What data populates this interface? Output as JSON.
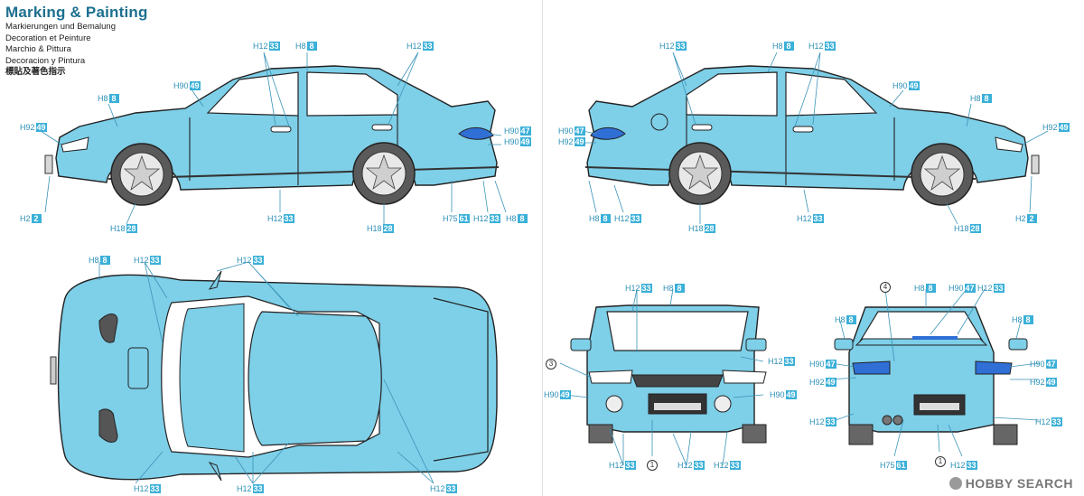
{
  "header": {
    "title": "Marking & Painting",
    "subtitles": [
      "Markierungen und Bemalung",
      "Decoration et Peinture",
      "Marchio & Pittura",
      "Decoracion y Pintura",
      "標貼及著色指示"
    ]
  },
  "colors": {
    "body": "#7ecfe8",
    "body_dark": "#4fb2d6",
    "accent": "#3bb0d8",
    "line": "#2a2a2a",
    "callout": "#2c8fb5"
  },
  "callouts": [
    {
      "id": "c1",
      "prefix": "H",
      "code": "12",
      "num": "33"
    },
    {
      "id": "c2",
      "prefix": "H",
      "code": "8",
      "num": "8"
    },
    {
      "id": "c3",
      "prefix": "H",
      "code": "12",
      "num": "33"
    },
    {
      "id": "c4",
      "prefix": "H",
      "code": "90",
      "num": "49"
    },
    {
      "id": "c5",
      "prefix": "H",
      "code": "8",
      "num": "8"
    },
    {
      "id": "c6",
      "prefix": "H",
      "code": "92",
      "num": "49"
    },
    {
      "id": "c7",
      "prefix": "H",
      "code": "90",
      "num": "47"
    },
    {
      "id": "c8",
      "prefix": "H",
      "code": "90",
      "num": "49"
    },
    {
      "id": "c9",
      "prefix": "H",
      "code": "2",
      "num": "2"
    },
    {
      "id": "c10",
      "prefix": "H",
      "code": "18",
      "num": "28"
    },
    {
      "id": "c11",
      "prefix": "H",
      "code": "12",
      "num": "33"
    },
    {
      "id": "c12",
      "prefix": "H",
      "code": "18",
      "num": "28"
    },
    {
      "id": "c13",
      "prefix": "H",
      "code": "75",
      "num": "61"
    },
    {
      "id": "c14",
      "prefix": "H",
      "code": "12",
      "num": "33"
    },
    {
      "id": "c15",
      "prefix": "H",
      "code": "8",
      "num": "8"
    },
    {
      "id": "c16",
      "prefix": "H",
      "code": "12",
      "num": "33"
    },
    {
      "id": "c17",
      "prefix": "H",
      "code": "8",
      "num": "8"
    },
    {
      "id": "c18",
      "prefix": "H",
      "code": "12",
      "num": "33"
    },
    {
      "id": "c19",
      "prefix": "H",
      "code": "90",
      "num": "49"
    },
    {
      "id": "c20",
      "prefix": "H",
      "code": "8",
      "num": "8"
    },
    {
      "id": "c21",
      "prefix": "H",
      "code": "90",
      "num": "47"
    },
    {
      "id": "c22",
      "prefix": "H",
      "code": "92",
      "num": "49"
    },
    {
      "id": "c23",
      "prefix": "H",
      "code": "92",
      "num": "49"
    },
    {
      "id": "c24",
      "prefix": "H",
      "code": "8",
      "num": "8"
    },
    {
      "id": "c25",
      "prefix": "H",
      "code": "12",
      "num": "33"
    },
    {
      "id": "c26",
      "prefix": "H",
      "code": "18",
      "num": "28"
    },
    {
      "id": "c27",
      "prefix": "H",
      "code": "12",
      "num": "33"
    },
    {
      "id": "c28",
      "prefix": "H",
      "code": "18",
      "num": "28"
    },
    {
      "id": "c29",
      "prefix": "H",
      "code": "2",
      "num": "2"
    },
    {
      "id": "c30",
      "prefix": "H",
      "code": "8",
      "num": "8"
    },
    {
      "id": "c31",
      "prefix": "H",
      "code": "12",
      "num": "33"
    },
    {
      "id": "c32",
      "prefix": "H",
      "code": "12",
      "num": "33"
    },
    {
      "id": "c33",
      "prefix": "H",
      "code": "12",
      "num": "33"
    },
    {
      "id": "c34",
      "prefix": "H",
      "code": "12",
      "num": "33"
    },
    {
      "id": "c35",
      "prefix": "H",
      "code": "12",
      "num": "33"
    },
    {
      "id": "c36",
      "prefix": "H",
      "code": "12",
      "num": "33"
    },
    {
      "id": "c37",
      "prefix": "H",
      "code": "8",
      "num": "8"
    },
    {
      "id": "c38",
      "prefix": "H",
      "code": "12",
      "num": "33"
    },
    {
      "id": "c39",
      "prefix": "H",
      "code": "90",
      "num": "49"
    },
    {
      "id": "c40",
      "prefix": "H",
      "code": "90",
      "num": "49"
    },
    {
      "id": "c41",
      "prefix": "H",
      "code": "12",
      "num": "33"
    },
    {
      "id": "c42",
      "prefix": "H",
      "code": "12",
      "num": "33"
    },
    {
      "id": "c43",
      "prefix": "H",
      "code": "12",
      "num": "33"
    },
    {
      "id": "c44",
      "prefix": "H",
      "code": "8",
      "num": "8"
    },
    {
      "id": "c45",
      "prefix": "H",
      "code": "90",
      "num": "47"
    },
    {
      "id": "c46",
      "prefix": "H",
      "code": "12",
      "num": "33"
    },
    {
      "id": "c47",
      "prefix": "H",
      "code": "8",
      "num": "8"
    },
    {
      "id": "c48",
      "prefix": "H",
      "code": "8",
      "num": "8"
    },
    {
      "id": "c49",
      "prefix": "H",
      "code": "90",
      "num": "47"
    },
    {
      "id": "c50",
      "prefix": "H",
      "code": "92",
      "num": "49"
    },
    {
      "id": "c51",
      "prefix": "H",
      "code": "90",
      "num": "47"
    },
    {
      "id": "c52",
      "prefix": "H",
      "code": "92",
      "num": "49"
    },
    {
      "id": "c53",
      "prefix": "H",
      "code": "12",
      "num": "33"
    },
    {
      "id": "c54",
      "prefix": "H",
      "code": "12",
      "num": "33"
    },
    {
      "id": "c55",
      "prefix": "H",
      "code": "75",
      "num": "61"
    },
    {
      "id": "c56",
      "prefix": "H",
      "code": "12",
      "num": "33"
    }
  ],
  "decal_markers": [
    {
      "id": "m1",
      "label": "3"
    },
    {
      "id": "m2",
      "label": "1"
    },
    {
      "id": "m3",
      "label": "4"
    },
    {
      "id": "m4",
      "label": "1"
    }
  ],
  "watermark": "HOBBY SEARCH"
}
